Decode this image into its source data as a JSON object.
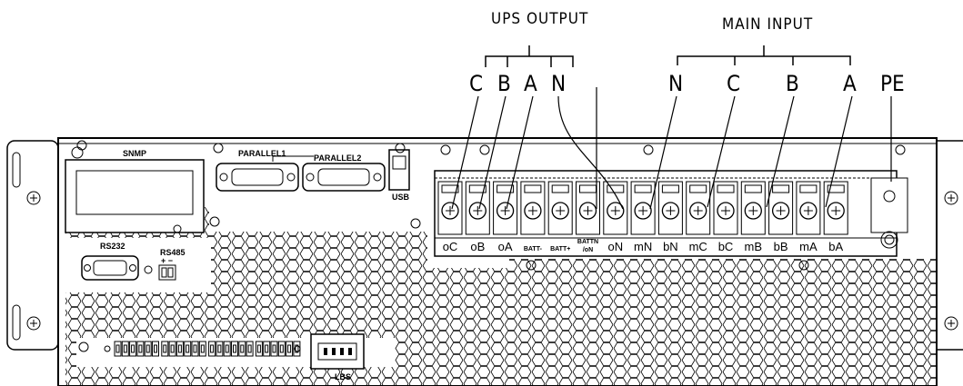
{
  "headers": {
    "ups_output": "UPS OUTPUT",
    "main_input": "MAIN INPUT"
  },
  "callouts": {
    "out_c": "C",
    "out_b": "B",
    "out_a": "A",
    "out_n": "N",
    "in_n": "N",
    "in_c": "C",
    "in_b": "B",
    "in_a": "A",
    "pe": "PE"
  },
  "panel": {
    "snmp": "SNMP",
    "parallel1": "PARALLEL1",
    "parallel2": "PARALLEL2",
    "usb": "USB",
    "rs232": "RS232",
    "rs485": "RS485",
    "rs485_polarity": "+ −",
    "lbs": "LBS"
  },
  "terminals": [
    {
      "id": "oC",
      "label": "oC"
    },
    {
      "id": "oB",
      "label": "oB"
    },
    {
      "id": "oA",
      "label": "oA"
    },
    {
      "id": "batt-minus",
      "label": "BATT-"
    },
    {
      "id": "batt-plus",
      "label": "BATT+"
    },
    {
      "id": "battn",
      "label": "BATTN",
      "label2": "/oN"
    },
    {
      "id": "oN",
      "label": "oN"
    },
    {
      "id": "mN",
      "label": "mN"
    },
    {
      "id": "bN",
      "label": "bN"
    },
    {
      "id": "mC",
      "label": "mC"
    },
    {
      "id": "bC",
      "label": "bC"
    },
    {
      "id": "mB",
      "label": "mB"
    },
    {
      "id": "bB",
      "label": "bB"
    },
    {
      "id": "mA",
      "label": "mA"
    },
    {
      "id": "bA",
      "label": "bA"
    }
  ]
}
